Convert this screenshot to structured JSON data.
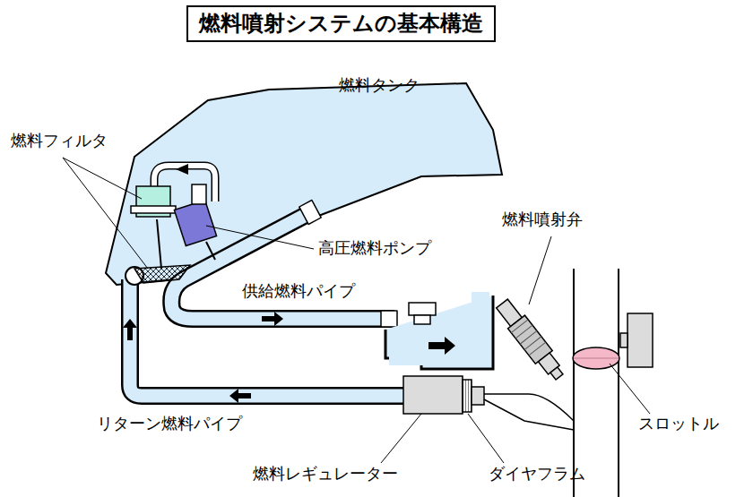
{
  "diagram": {
    "title": "燃料噴射システムの基本構造",
    "labels": [
      "燃料タンク",
      "燃料フィルタ",
      "高圧燃料ポンプ",
      "燃料噴射弁",
      "供給燃料パイプ",
      "スロットル",
      "リターン燃料パイプ",
      "燃料レギュレーター",
      "ダイヤフラム"
    ]
  }
}
